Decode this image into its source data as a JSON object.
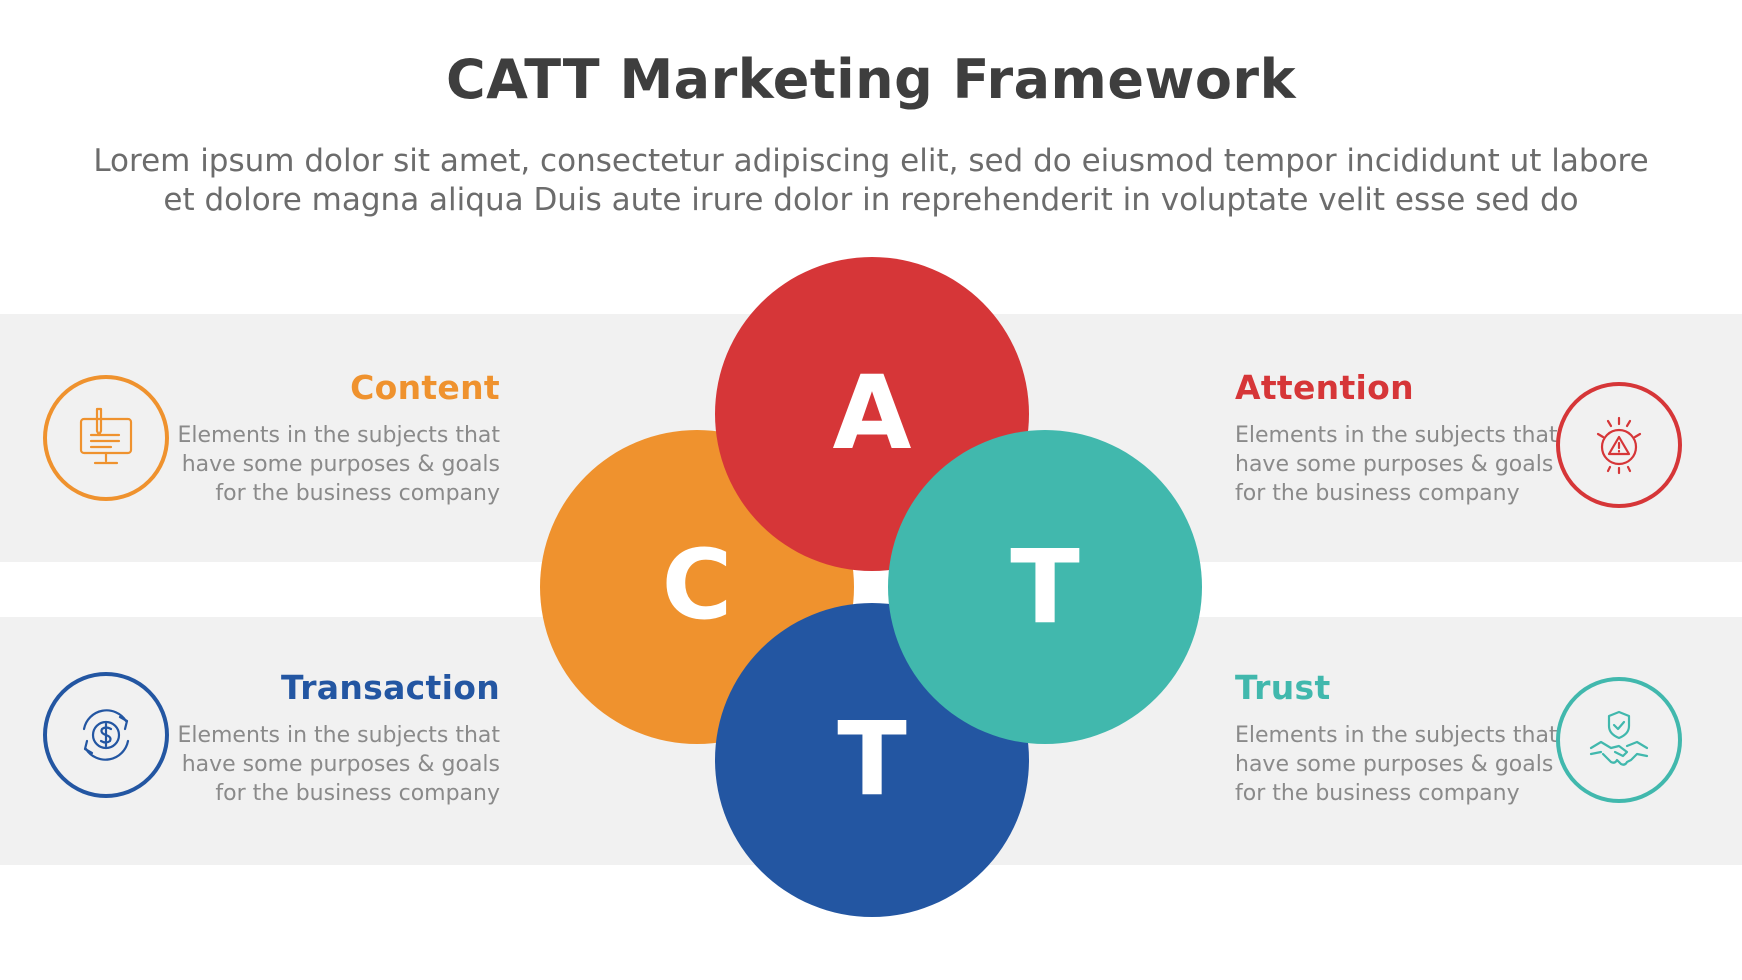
{
  "title": "CATT Marketing Framework",
  "subtitle": {
    "line1": "Lorem ipsum dolor sit amet, consectetur adipiscing elit, sed do eiusmod tempor incididunt ut labore",
    "line2": "et dolore magna aliqua Duis aute irure dolor in reprehenderit in voluptate velit esse sed do"
  },
  "circles": {
    "content": {
      "letter": "C",
      "color": "#ef922e"
    },
    "attention": {
      "letter": "A",
      "color": "#d63638"
    },
    "trust": {
      "letter": "T",
      "color": "#41b8ad"
    },
    "transaction": {
      "letter": "T",
      "color": "#2356a2"
    }
  },
  "items": {
    "content": {
      "heading": "Content",
      "color": "#ef922e",
      "icon": "computer-pen-icon",
      "lines": [
        "Elements in the subjects that",
        "have  some purposes & goals",
        "for the  business company"
      ]
    },
    "attention": {
      "heading": "Attention",
      "color": "#d63638",
      "icon": "warning-alert-icon",
      "lines": [
        "Elements in the subjects that",
        "have  some purposes & goals",
        "for the  business company"
      ]
    },
    "transaction": {
      "heading": "Transaction",
      "color": "#2356a2",
      "icon": "dollar-cycle-icon",
      "lines": [
        "Elements in the subjects that",
        "have  some purposes & goals",
        "for the  business company"
      ]
    },
    "trust": {
      "heading": "Trust",
      "color": "#41b8ad",
      "icon": "handshake-shield-icon",
      "lines": [
        "Elements in the subjects that",
        "have  some purposes & goals",
        "for the  business company"
      ]
    }
  }
}
